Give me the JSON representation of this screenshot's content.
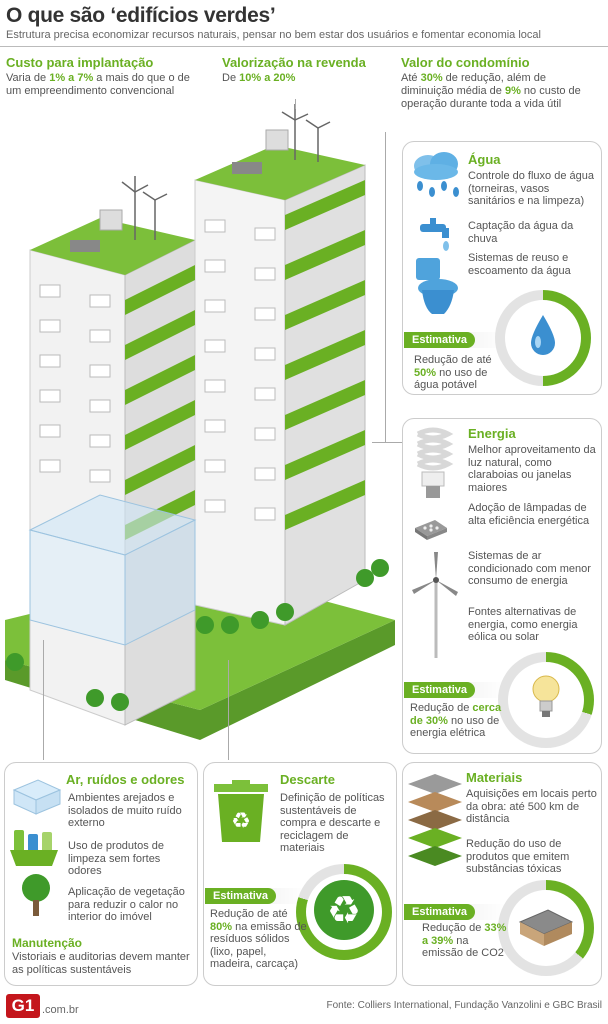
{
  "header": {
    "title": "O que são ‘edifícios verdes’",
    "subtitle": "Estrutura precisa economizar recursos naturais, pensar no bem estar dos usuários e fomentar economia local"
  },
  "top": [
    {
      "title": "Custo para implantação",
      "pre": "Varia de ",
      "hl1": "1% a 7%",
      "post": " a mais do que o de um empreendimento convencional"
    },
    {
      "title": "Valorização na revenda",
      "pre": "De ",
      "hl1": "10% a 20%",
      "post": ""
    },
    {
      "title": "Valor do condomínio",
      "pre": "Até ",
      "hl1": "30%",
      "mid": " de redução, além de diminuição média de ",
      "hl2": "9%",
      "post": " no custo de operação durante toda a vida útil"
    }
  ],
  "agua": {
    "title": "Água",
    "items": [
      "Controle do fluxo de água (torneiras, vasos sanitários e na limpeza)",
      "Captação da água da chuva",
      "Sistemas de reuso e escoamento da água"
    ],
    "est_label": "Estimativa",
    "est_pre": "Redução de até ",
    "est_hl": "50%",
    "est_post": " no uso de água potável",
    "icons": [
      "cloud-rain-icon",
      "faucet-icon",
      "toilet-icon",
      "water-drop-icon"
    ]
  },
  "energia": {
    "title": "Energia",
    "items": [
      "Melhor aproveitamento da luz natural, como claraboias ou janelas maiores",
      "Adoção de lâmpadas de alta eficiência energética",
      "Sistemas de ar condicionado com menor consumo de energia",
      "Fontes alternativas de energia, como energia eólica ou solar"
    ],
    "est_label": "Estimativa",
    "est_pre": "Redução de ",
    "est_hl": "cerca de 30%",
    "est_post": " no uso de energia elétrica",
    "icons": [
      "cfl-bulb-icon",
      "led-lamp-icon",
      "wind-turbine-icon",
      "light-bulb-icon"
    ]
  },
  "ar": {
    "title": "Ar, ruídos e odores",
    "items": [
      "Ambientes arejados e isolados de muito ruído externo",
      "Uso de produtos de limpeza sem fortes odores",
      "Aplicação de vegetação para reduzir o calor no interior do imóvel"
    ],
    "manut_title": "Manutenção",
    "manut_text": "Vistoriais e auditorias devem manter as políticas sustentáveis"
  },
  "descarte": {
    "title": "Descarte",
    "text": "Definição de políticas sustentáveis de compra e descarte e reciclagem de materiais",
    "est_label": "Estimativa",
    "est_pre": "Redução de até ",
    "est_hl": "80%",
    "est_post": " na emissão de resíduos sólidos (lixo, papel, madeira, carcaça)"
  },
  "materiais": {
    "title": "Materiais",
    "items": [
      "Aquisições em locais perto da obra: até 500 km de distância",
      "Redução do uso de produtos que emitem substâncias tóxicas"
    ],
    "est_label": "Estimativa",
    "est_pre": "Redução de ",
    "est_hl": "33% a 39%",
    "est_post": " na emissão de CO2"
  },
  "footer": {
    "logo": "G1",
    "domain": ".com.br",
    "source": "Fonte: Colliers International, Fundação Vanzolini e GBC Brasil"
  },
  "colors": {
    "green": "#6ab023",
    "water": "#3b8fd0",
    "gray": "#d9d9d9"
  }
}
